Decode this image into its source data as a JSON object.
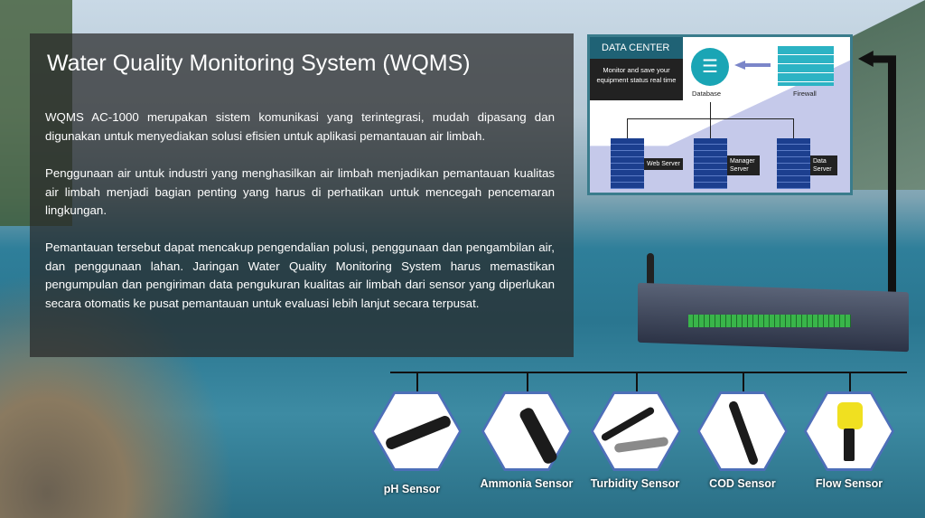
{
  "slide": {
    "title": "Water Quality Monitoring System (WQMS)",
    "paragraphs": [
      "WQMS AC-1000 merupakan sistem komunikasi yang terintegrasi, mudah dipasang dan digunakan untuk menyediakan solusi efisien untuk aplikasi pemantauan air limbah.",
      "Penggunaan air untuk industri yang menghasilkan air limbah menjadikan pemantauan kualitas air limbah menjadi bagian penting yang harus di perhatikan untuk mencegah pencemaran lingkungan.",
      "Pemantauan tersebut dapat mencakup pengendalian polusi, penggunaan dan pengambilan air, dan penggunaan lahan. Jaringan Water Quality Monitoring System harus memastikan pengumpulan dan pengiriman data pengukuran kualitas air limbah dari sensor yang diperlukan secara otomatis ke pusat pemantauan untuk evaluasi lebih lanjut secara terpusat."
    ]
  },
  "data_center": {
    "heading": "DATA CENTER",
    "description": "Monitor and save your equipment status real time",
    "database": "Database",
    "firewall": "Firewall",
    "servers": [
      "Web Server",
      "Manager Server",
      "Data Server"
    ]
  },
  "sensors": [
    {
      "label": "pH Sensor"
    },
    {
      "label": "Ammonia Sensor"
    },
    {
      "label": "Turbidity Sensor"
    },
    {
      "label": "COD Sensor"
    },
    {
      "label": "Flow Sensor"
    }
  ]
}
